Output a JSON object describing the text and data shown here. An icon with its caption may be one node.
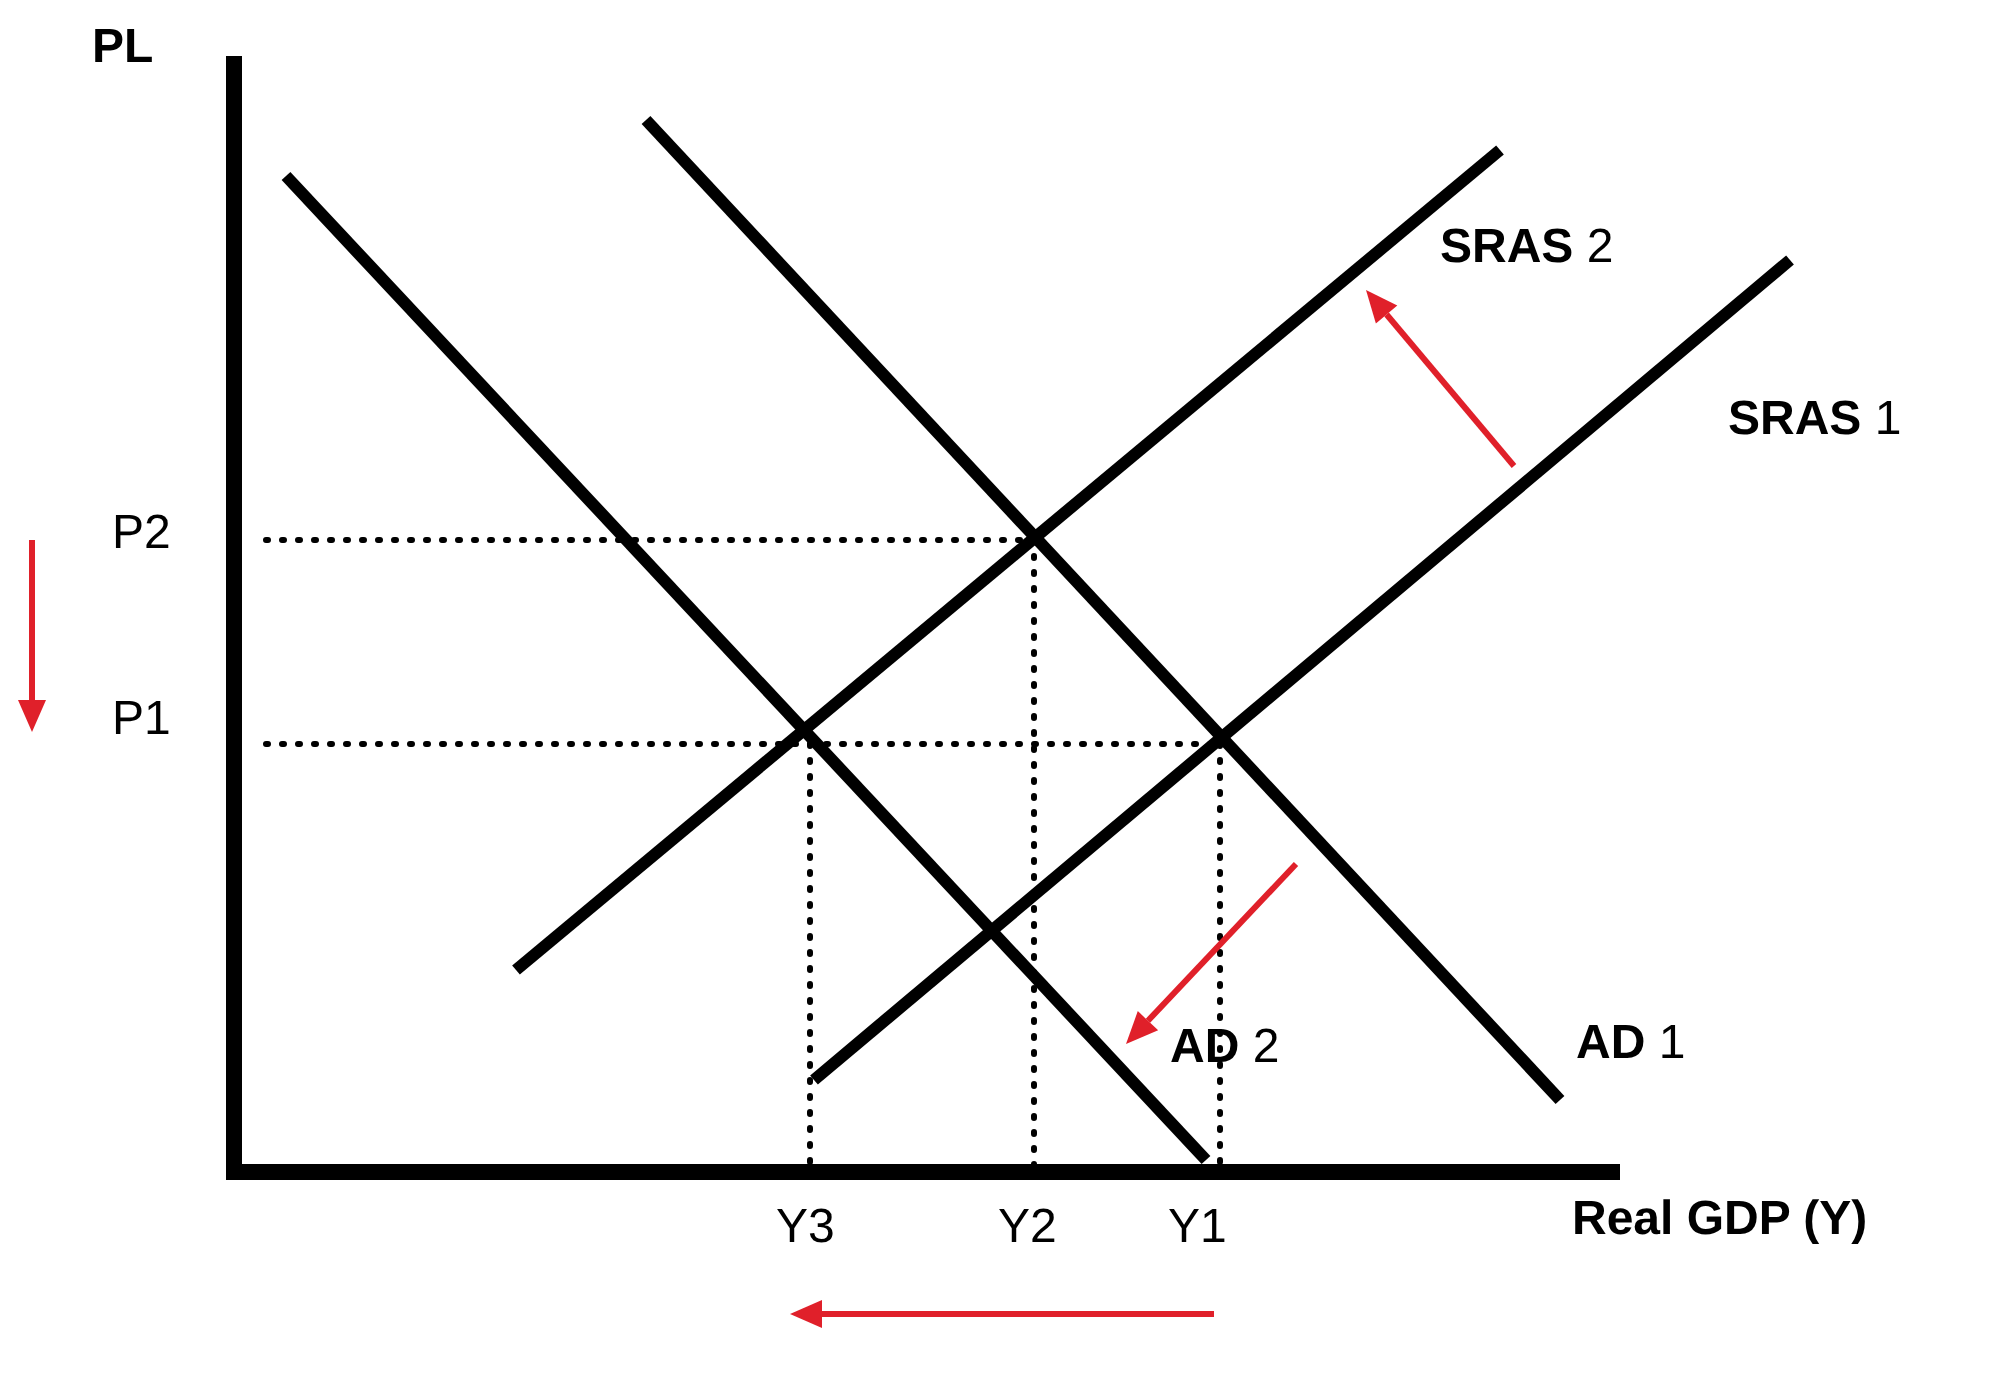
{
  "diagram": {
    "labels": [
      "PL",
      "P2",
      "P1",
      "**SRAS** 2",
      "**SRAS** 1",
      "**AD** 2",
      "**AD** 1",
      "Y3",
      "Y2",
      "Y1",
      "Real GDP (Y)"
    ]
  }
}
